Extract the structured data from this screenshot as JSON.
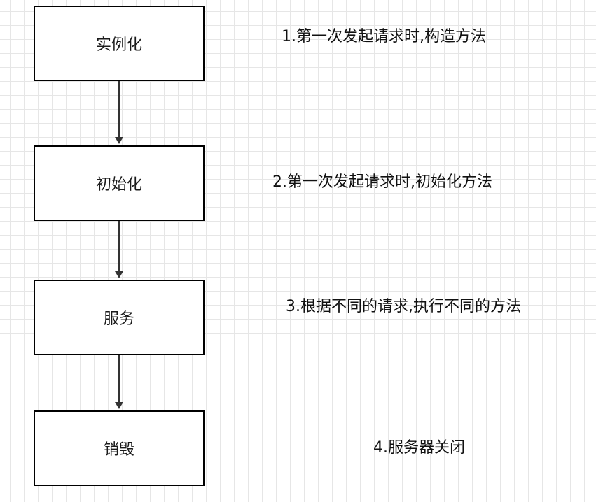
{
  "diagram": {
    "steps": [
      {
        "label": "实例化"
      },
      {
        "label": "初始化"
      },
      {
        "label": "服务"
      },
      {
        "label": "销毁"
      }
    ],
    "notes": [
      "1.第一次发起请求时,构造方法",
      "2.第一次发起请求时,初始化方法",
      "3.根据不同的请求,执行不同的方法",
      "4.服务器关闭"
    ],
    "connector_color": "#333333"
  }
}
